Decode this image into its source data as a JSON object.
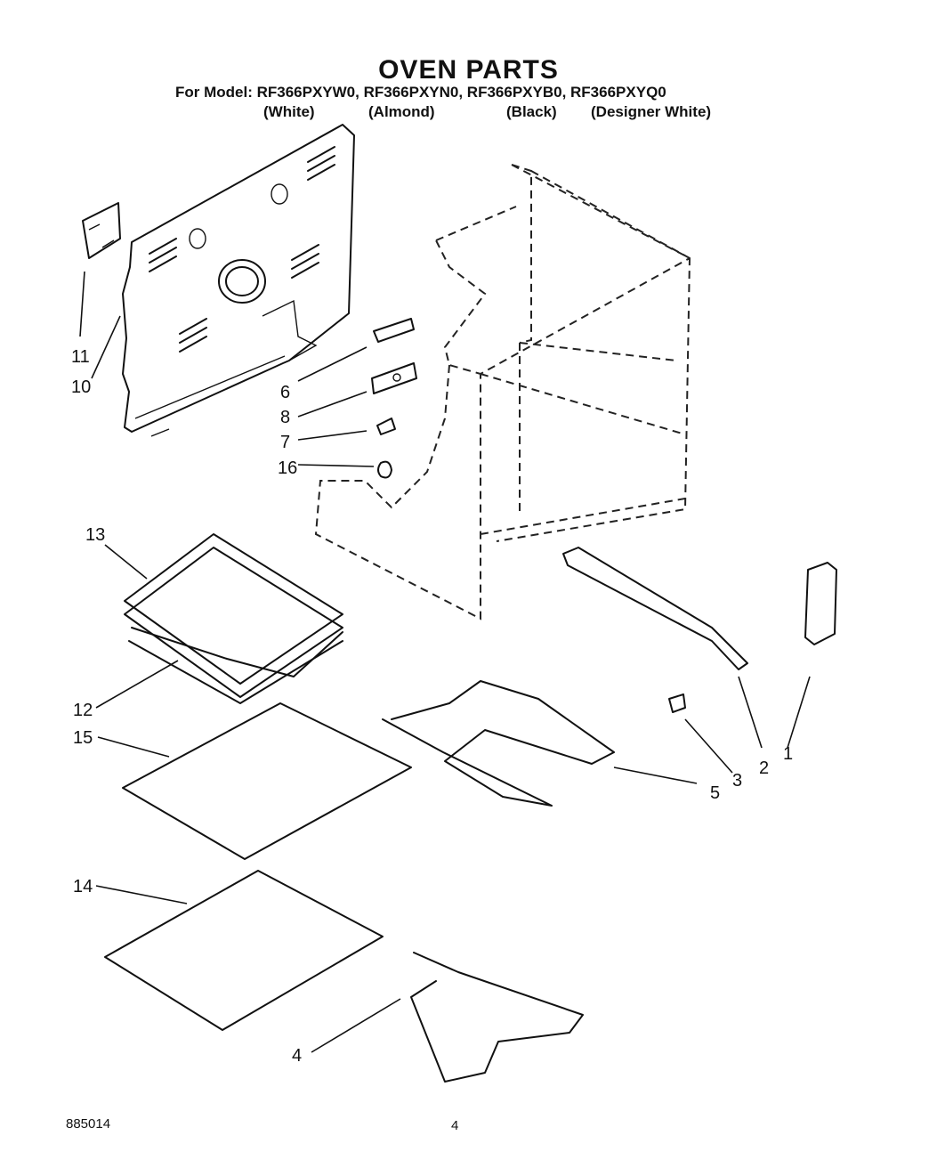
{
  "header": {
    "title": "OVEN PARTS",
    "model_line": "For Model: RF366PXYW0, RF366PXYN0, RF366PXYB0, RF366PXYQ0",
    "colors": [
      "(White)",
      "(Almond)",
      "(Black)",
      "(Designer White)"
    ]
  },
  "callouts": {
    "c1": "1",
    "c2": "2",
    "c3": "3",
    "c4": "4",
    "c5": "5",
    "c6": "6",
    "c7": "7",
    "c8": "8",
    "c10": "10",
    "c11": "11",
    "c12": "12",
    "c13": "13",
    "c14": "14",
    "c15": "15",
    "c16": "16"
  },
  "footer": {
    "doc_number": "885014",
    "page_number": "4"
  }
}
